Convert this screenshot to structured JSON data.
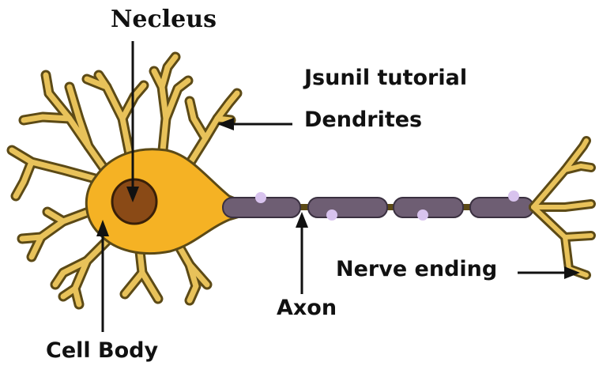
{
  "diagram": {
    "labels": {
      "nucleus": "Necleus",
      "watermark": "Jsunil tutorial",
      "dendrites": "Dendrites",
      "axon": "Axon",
      "nerve_ending": "Nerve ending",
      "cell_body": "Cell Body"
    },
    "colors": {
      "cell_body": "#F5B224",
      "dendrite": "#E8C25A",
      "outline": "#5C4A16",
      "nucleus": "#8A4A16",
      "myelin": "#6E5E73",
      "node": "#D8C3EE",
      "arrow": "#111111"
    }
  }
}
